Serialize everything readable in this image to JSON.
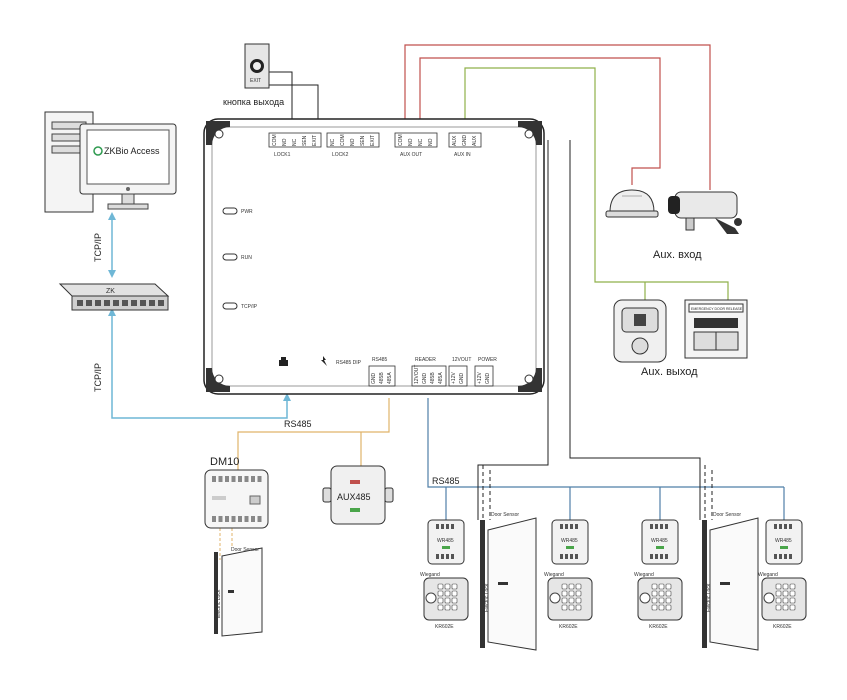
{
  "colors": {
    "tcpip": "#6fb7d6",
    "rs485": "#e0b36a",
    "power_red": "#c0504d",
    "aux_green": "#8fb04a",
    "reader_blue": "#4f7fa8",
    "ink": "#222222"
  },
  "software": {
    "name": "ZKBio Access"
  },
  "labels": {
    "exit_button": "кнопка выхода",
    "exit_plate": "EXIT",
    "tcpip_top": "TCP/IP",
    "tcpip_bottom": "TCP/IP",
    "rs485_left": "RS485",
    "rs485_right": "RS485",
    "aux_in": "Aux. вход",
    "aux_out": "Aux. выход",
    "dm10": "DM10",
    "aux485": "AUX485",
    "door_sensor": "Door Sensor",
    "electric_lock": "Electric Lock",
    "wr485": "WR485",
    "wiegand": "Wiegand",
    "keypad": "KR602E",
    "switch_brand": "ZK"
  },
  "controller": {
    "top_groups": [
      {
        "name": "LOCK1",
        "pins": [
          "COM",
          "NO",
          "NC",
          "SEN",
          "EXIT"
        ]
      },
      {
        "name": "LOCK2",
        "pins": [
          "NC",
          "COM",
          "NO",
          "SEN",
          "EXIT"
        ]
      },
      {
        "name": "AUX OUT",
        "pins": [
          "COM",
          "NO",
          "NC",
          "NO"
        ]
      },
      {
        "name": "AUX IN",
        "pins": [
          "AUX",
          "GND",
          "AUX"
        ]
      }
    ],
    "leds": [
      "PWR",
      "RUN",
      "TCP/IP"
    ],
    "bottom_groups": [
      {
        "name": "RS485",
        "pins": [
          "GND",
          "485B",
          "485A"
        ]
      },
      {
        "name": "READER",
        "pins": [
          "12VOUT",
          "GND",
          "485B",
          "485A"
        ]
      },
      {
        "name": "12VOUT",
        "pins": [
          "+12V",
          "GND"
        ]
      },
      {
        "name": "POWER",
        "pins": [
          "+12V",
          "GND"
        ]
      }
    ],
    "port_label": "RS485 DIP",
    "emergency_plate": "EMERGENCY DOOR RELEASE"
  }
}
